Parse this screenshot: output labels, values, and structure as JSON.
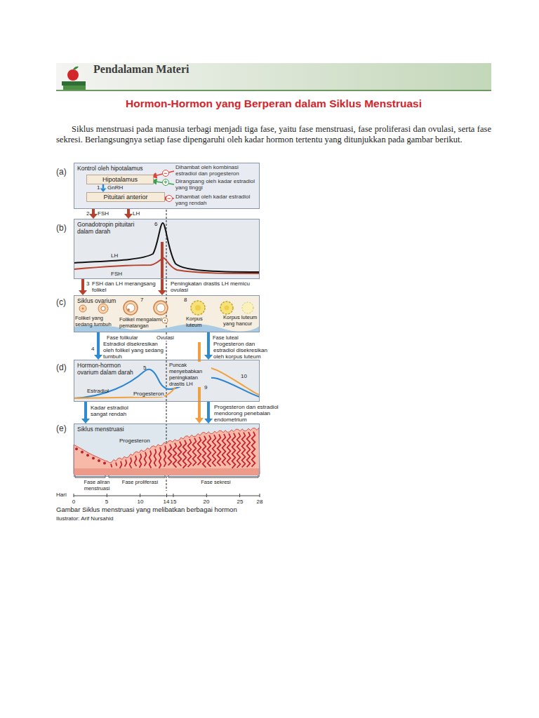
{
  "diagram": {
    "title": "Hormon-Hormon yang Berperan dalam Siklus Menstruasi",
    "caption": "Gambar Siklus menstruasi yang melibatkan berbagai hormon",
    "nodes": [
      {
        "text": [
          "Pendalaman Materi"
        ]
      },
      {
        "text": [
          "Kontrol oleh hipotalamus"
        ]
      },
      {
        "text": [
          "Hipotalamus"
        ],
        "in": 1
      },
      {
        "text": [
          "Pituitari anterior"
        ],
        "in": 1
      },
      {
        "text": [
          "Gonadotropin pituitari dalam darah"
        ]
      },
      {
        "text": [
          "Siklus ovarium"
        ]
      },
      {
        "text": [
          "Hormon-hormon ovarium dalam darah"
        ]
      },
      {
        "text": [
          "Siklus menstruasi"
        ]
      }
    ],
    "edges": [
      {
        "from": 2,
        "to": 3,
        "label": "GnRH",
        "arrow": "to"
      },
      {
        "from": 1,
        "to": 4,
        "label": "FSH",
        "arrow": "to"
      },
      {
        "from": 1,
        "to": 4,
        "label": "LH",
        "arrow": "to"
      },
      {
        "from": 4,
        "to": 5,
        "label": "FSH dan LH merangsang folikel",
        "arrow": "to"
      },
      {
        "from": 4,
        "to": 5,
        "label": "Peningkatan drastis LH memicu ovulasi",
        "arrow": "to"
      },
      {
        "from": 5,
        "to": 6,
        "label": "Estradiol disekresikan oleh folikel yang sedang tumbuh",
        "arrow": "to"
      },
      {
        "from": 5,
        "to": 6,
        "label": "Progesteron dan estradiol disekresikan oleh korpus luteum",
        "arrow": "to"
      },
      {
        "from": 6,
        "to": 7,
        "label": "Kadar estradiol sangat rendah",
        "arrow": "to"
      },
      {
        "from": 6,
        "to": 7,
        "label": "Progesteron dan estradiol mendorong penebalan endometrium",
        "arrow": "to"
      }
    ],
    "labels": [
      "Siklus menstruasi pada manusia terbagi menjadi tiga fase, yaitu fase menstruasi, fase proliferasi dan ovulasi, serta fase sekresi. Berlangsungnya setiap fase dipengaruhi oleh kadar hormon tertentu yang ditunjukkan pada gambar berikut.",
      "(a)",
      "Dihambat oleh kombinasi estradiol dan progesteron",
      "Dirangsang oleh kadar estradiol yang tinggi",
      "Dihambat oleh kadar estradiol yang rendah",
      "−",
      "+",
      "−",
      "1",
      "2",
      "(b)",
      "6",
      "LH",
      "FSH",
      "3",
      "(c)",
      "7",
      "8",
      "Folikel yang sedang tumbuh",
      "Folikel mengalami pematangan",
      "Korpus luteum",
      "Korpus luteum yang hancur",
      "Fase folikular",
      "Ovulasi",
      "Fase luteal",
      "4",
      "(d)",
      "5",
      "Estradiol",
      "Progesteron",
      "Puncak menyebabkan peningkatan drastis LH",
      "9",
      "10",
      "(e)",
      "Progesteron",
      "Fase aliran menstruasi",
      "Fase proliferasi",
      "Fase sekresi",
      "Hari",
      "0",
      "5",
      "10",
      "14",
      "15",
      "20",
      "25",
      "28",
      "Ilustrator: Arif Nursahid"
    ]
  }
}
